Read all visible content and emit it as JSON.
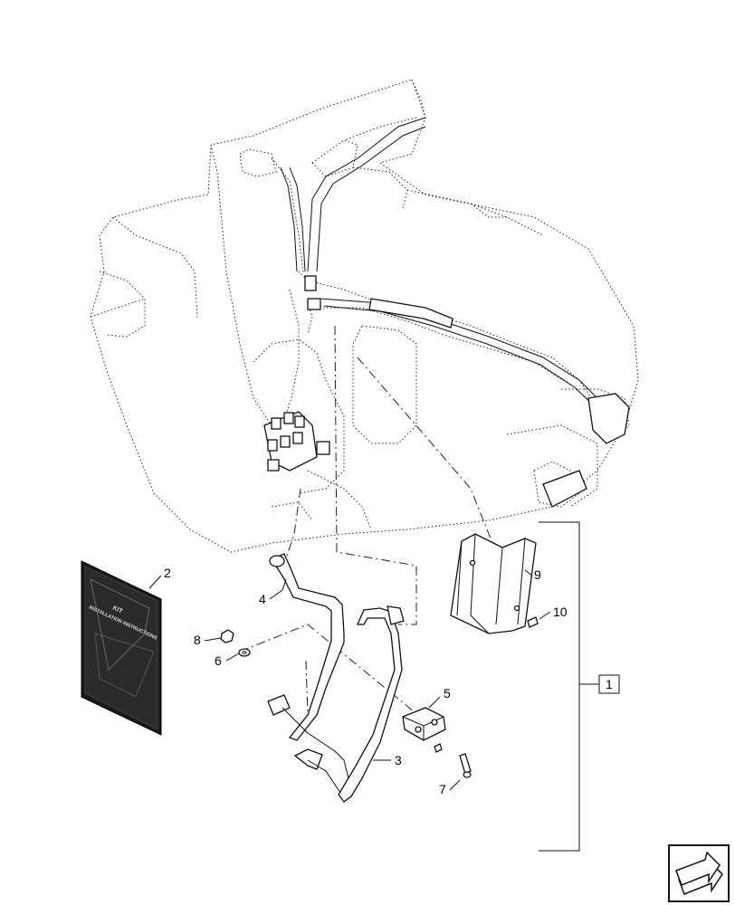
{
  "callouts": {
    "c1": "1",
    "c2": "2",
    "c3": "3",
    "c4": "4",
    "c5": "5",
    "c6": "6",
    "c7": "7",
    "c8": "8",
    "c9": "9",
    "c10": "10"
  },
  "manual": {
    "title_line1": "KIT",
    "title_line2": "INSTALLATION INSTRUCTIONS"
  },
  "nav_icon": "next-page-arrow-icon"
}
